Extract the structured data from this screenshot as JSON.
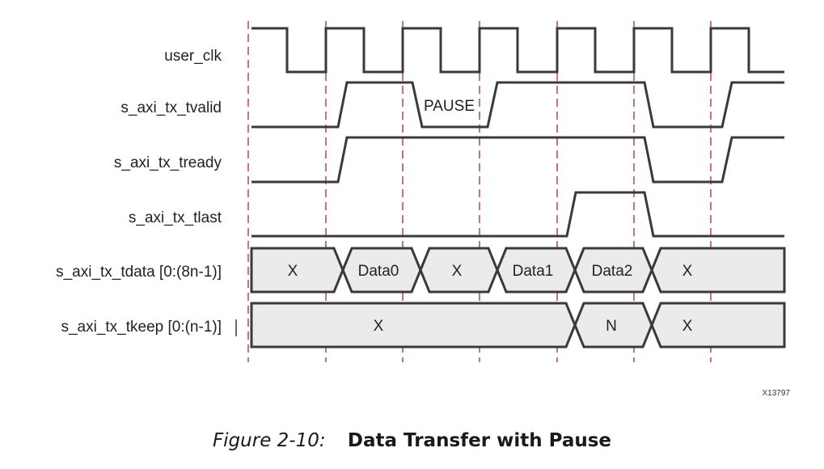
{
  "diagram": {
    "signals": {
      "clk": "user_clk",
      "tvalid": "s_axi_tx_tvalid",
      "tready": "s_axi_tx_tready",
      "tlast": "s_axi_tx_tlast",
      "tdata": "s_axi_tx_tdata [0:(8n-1)]",
      "tkeep": "s_axi_tx_tkeep [0:(n-1)]"
    },
    "tdata_segments": [
      "X",
      "Data0",
      "X",
      "Data1",
      "Data2",
      "X"
    ],
    "tkeep_segments": [
      "X",
      "N",
      "X"
    ],
    "pause_label": "PAUSE",
    "figure_id": "X13797",
    "colors": {
      "wave": "#3a3a3a",
      "bus_fill": "#ebebeb",
      "guide": "#a0302a"
    }
  },
  "caption": {
    "number": "Figure 2-10:",
    "title": "Data Transfer with Pause"
  }
}
